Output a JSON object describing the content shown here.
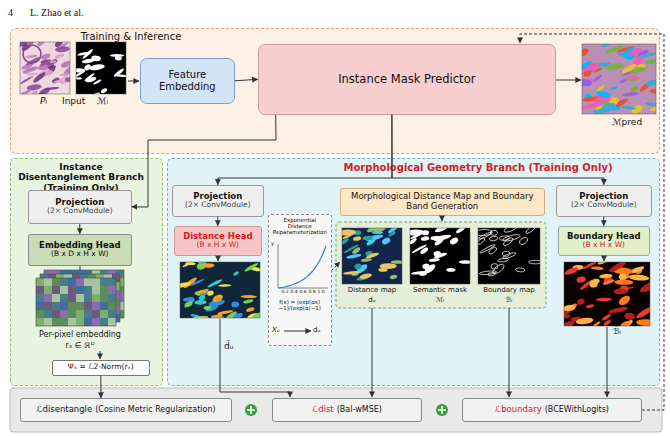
{
  "diagram": {
    "nodes": [
      {
        "text": [
          "Training & Inference"
        ]
      },
      {
        "text": [
          "Feature Embedding"
        ],
        "in": 0
      },
      {
        "text": [
          "Instance Mask Predictor"
        ],
        "in": 0
      },
      {
        "text": [
          "Instance Disentanglement Branch (Training Only)"
        ]
      },
      {
        "text": [
          "Projection",
          "(2× ConvModule)"
        ],
        "in": 3
      },
      {
        "text": [
          "Embedding Head",
          "(B x D x H x W)"
        ],
        "in": 3
      },
      {
        "text": [
          "Ψₓ = ℒ2-Norm(rₓ)"
        ],
        "in": 3
      },
      {
        "text": [
          "Morphological Geometry Branch (Training Only)"
        ]
      },
      {
        "text": [
          "Projection",
          "(2× ConvModule)"
        ],
        "in": 7
      },
      {
        "text": [
          "Distance Head",
          "(B x H x W)"
        ],
        "in": 7
      },
      {
        "text": [
          "Exponential Distance Reparameterization",
          "f(x) = (exp(αx)−1)/(exp(α)−1)"
        ],
        "in": 7
      },
      {
        "text": [
          "Morphological Distance Map and Boundary Band Generation"
        ],
        "in": 7
      },
      {
        "text": [
          "Projection",
          "(2× ConvModule)"
        ],
        "in": 7
      },
      {
        "text": [
          "Boundary Head",
          "(B x H x W)"
        ],
        "in": 7
      },
      {
        "text": [
          "ℒdisentangle",
          "(Cosine Metric Regularization)"
        ]
      },
      {
        "text": [
          "ℒdist",
          "(Bal-wMSE)"
        ]
      },
      {
        "text": [
          "ℒboundary",
          "(BCEWithLogits)"
        ]
      }
    ],
    "edges": [
      {
        "from": 1,
        "to": 2,
        "arrow": "to"
      },
      {
        "from": 2,
        "to": 4,
        "arrow": "to"
      },
      {
        "from": 2,
        "to": 8,
        "arrow": "to"
      },
      {
        "from": 2,
        "to": 12,
        "arrow": "to"
      },
      {
        "from": 4,
        "to": 5,
        "arrow": "to"
      },
      {
        "from": 8,
        "to": 9,
        "arrow": "to"
      },
      {
        "from": 12,
        "to": 13,
        "arrow": "to"
      },
      {
        "from": 6,
        "to": 14,
        "arrow": "to"
      }
    ],
    "labels": [
      "4",
      "L. Zhao et al.",
      "Pᵢ",
      "Input",
      "ℳᵢ",
      "ℳpred",
      "Per-pixel embedding",
      "rₓ ∈ ℝᴰ",
      "d̂ᵤ",
      "y",
      "0.2",
      "0.4",
      "0.6",
      "0.8",
      "1.0",
      "Xᵤ",
      "dᵤ",
      "Distance map",
      "Semantic mask",
      "Boundary map",
      "dᵤ",
      "ℳᵢ",
      "ℬᵢ",
      "ℬ̂ᵢ"
    ]
  }
}
